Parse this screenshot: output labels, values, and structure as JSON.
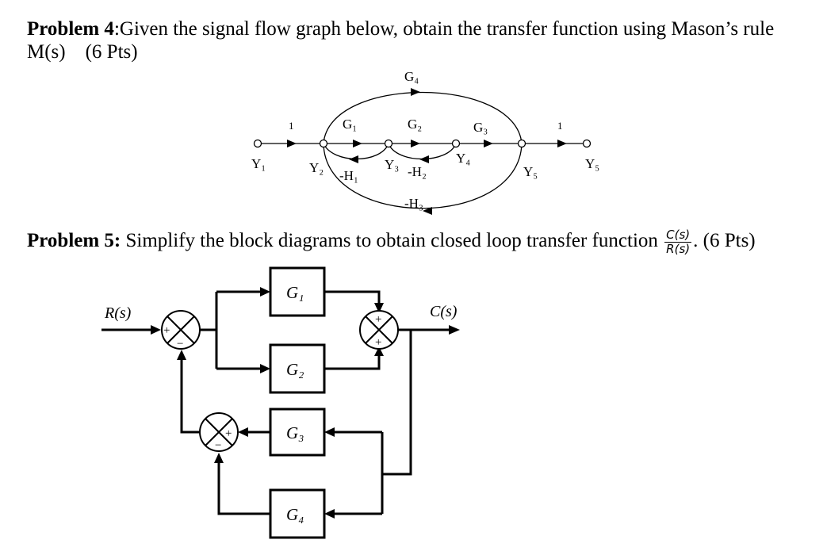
{
  "problem4": {
    "label": "Problem 4",
    "text_line1": ":Given the signal flow graph below, obtain the transfer function using Mason’s rule",
    "text_line2": "M(s)    (6 Pts)"
  },
  "sfg": {
    "nodes": [
      "Y₁",
      "Y₂",
      "Y₃",
      "Y₄",
      "Y₅",
      "Y₅"
    ],
    "forward_gains": [
      "1",
      "G₁",
      "G₂",
      "G₃",
      "1"
    ],
    "feedback_gains": [
      "-H₁",
      "-H₂",
      "-H₃"
    ],
    "bypass_gain": "G₄"
  },
  "problem5": {
    "label": "Problem 5:",
    "text": " Simplify the block diagrams to obtain closed loop transfer function ",
    "frac_num": "C(s)",
    "frac_den": "R(s)",
    "text_end": ". (6 Pts)"
  },
  "block_diagram": {
    "input": "R(s)",
    "output": "C(s)",
    "blocks": [
      "G₁",
      "G₂",
      "G₃",
      "G₄"
    ],
    "sum1_signs": [
      "+",
      "−"
    ],
    "sum2_signs": [
      "+",
      "+"
    ],
    "sum3_signs": [
      "+",
      "−"
    ]
  }
}
